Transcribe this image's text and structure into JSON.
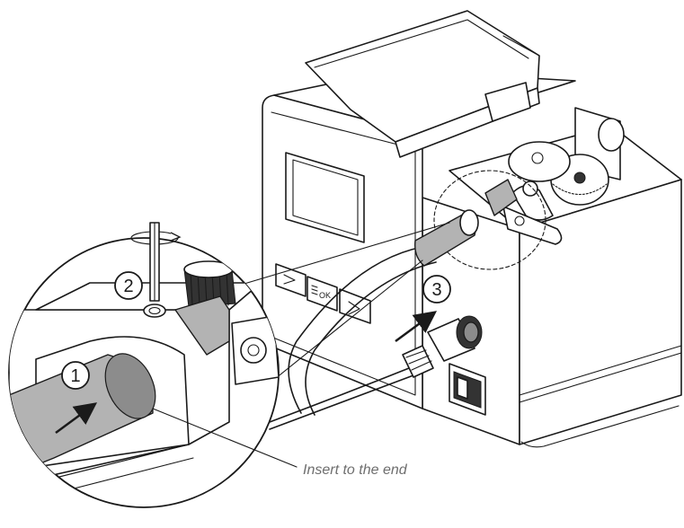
{
  "steps": {
    "step1": "1",
    "step2": "2",
    "step3": "3"
  },
  "annotation": {
    "insert_note": "Insert to the end"
  },
  "panel": {
    "ok_label": "OK"
  },
  "colors": {
    "line": "#1a1a1a",
    "tube_fill": "#b3b3b3",
    "note_text": "#6e6e6e"
  }
}
